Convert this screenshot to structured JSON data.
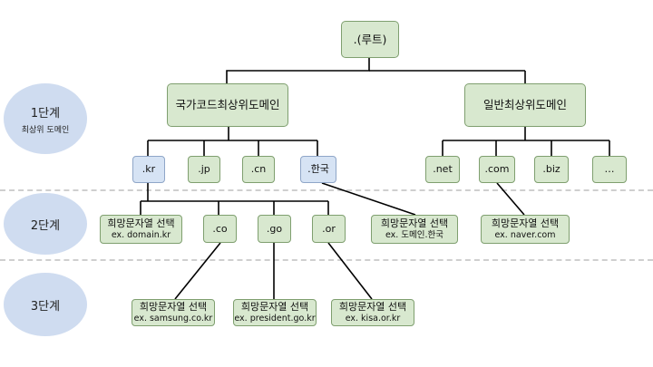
{
  "levels": [
    {
      "title": "1단계",
      "subtitle": "최상위 도메인"
    },
    {
      "title": "2단계"
    },
    {
      "title": "3단계"
    }
  ],
  "tree": {
    "root": ".(루트)",
    "cc_tld": "국가코드최상위도메인",
    "g_tld": "일반최상위도메인",
    "kr": ".kr",
    "jp": ".jp",
    "cn": ".cn",
    "hangul": ".한국",
    "net": ".net",
    "com": ".com",
    "biz": ".biz",
    "more": "…",
    "co": ".co",
    "go": ".go",
    "or": ".or"
  },
  "custom": {
    "label": "희망문자열 선택",
    "ex_domain_kr": "ex. domain.kr",
    "ex_hangul": "ex. 도메인.한국",
    "ex_naver": "ex. naver.com",
    "ex_samsung": "ex. samsung.co.kr",
    "ex_president": "ex. president.go.kr",
    "ex_kisa": "ex. kisa.or.kr"
  },
  "colors": {
    "green_fill": "#d8e8cf",
    "green_border": "#7f9f6f",
    "blue_fill": "#d6e3f4",
    "level_ellipse": "#cfdcf0",
    "line": "#000000",
    "separator": "#cfcfcf"
  }
}
